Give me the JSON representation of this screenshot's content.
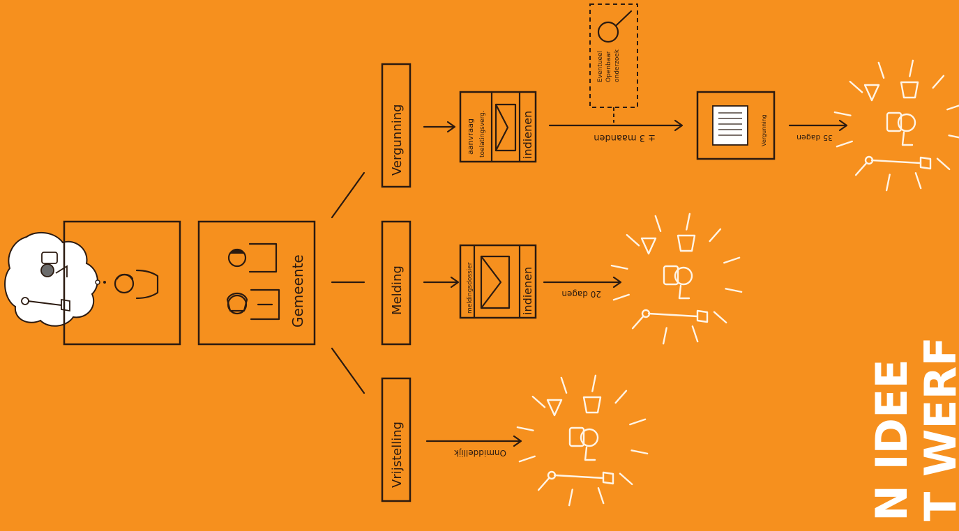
{
  "options": {
    "vrijstelling": "Vrijstelling",
    "melding": "Melding",
    "vergunning": "Vergunning"
  },
  "gemeente": "Gemeente",
  "documents": {
    "melding_small": "meldingsdossier",
    "melding_submit": "indienen",
    "aanvraag_title": "aanvraag",
    "aanvraag_sub": "toelatingsverg.",
    "aanvraag_submit": "indienen",
    "vergunning_doc": "Vergunning"
  },
  "timings": {
    "vrijstelling": "Onmiddellijk",
    "melding": "20 dagen",
    "vergunning": "± 3 maanden",
    "vergunning_after": "35 dagen"
  },
  "optional_research": [
    "Eventueel",
    "Openbaar",
    "onderzoek"
  ],
  "headline": [
    "N IDEE",
    "T WERF"
  ],
  "colors": {
    "background": "#f6901e",
    "ink": "#2b1a10",
    "chalk": "#fff4e6"
  }
}
